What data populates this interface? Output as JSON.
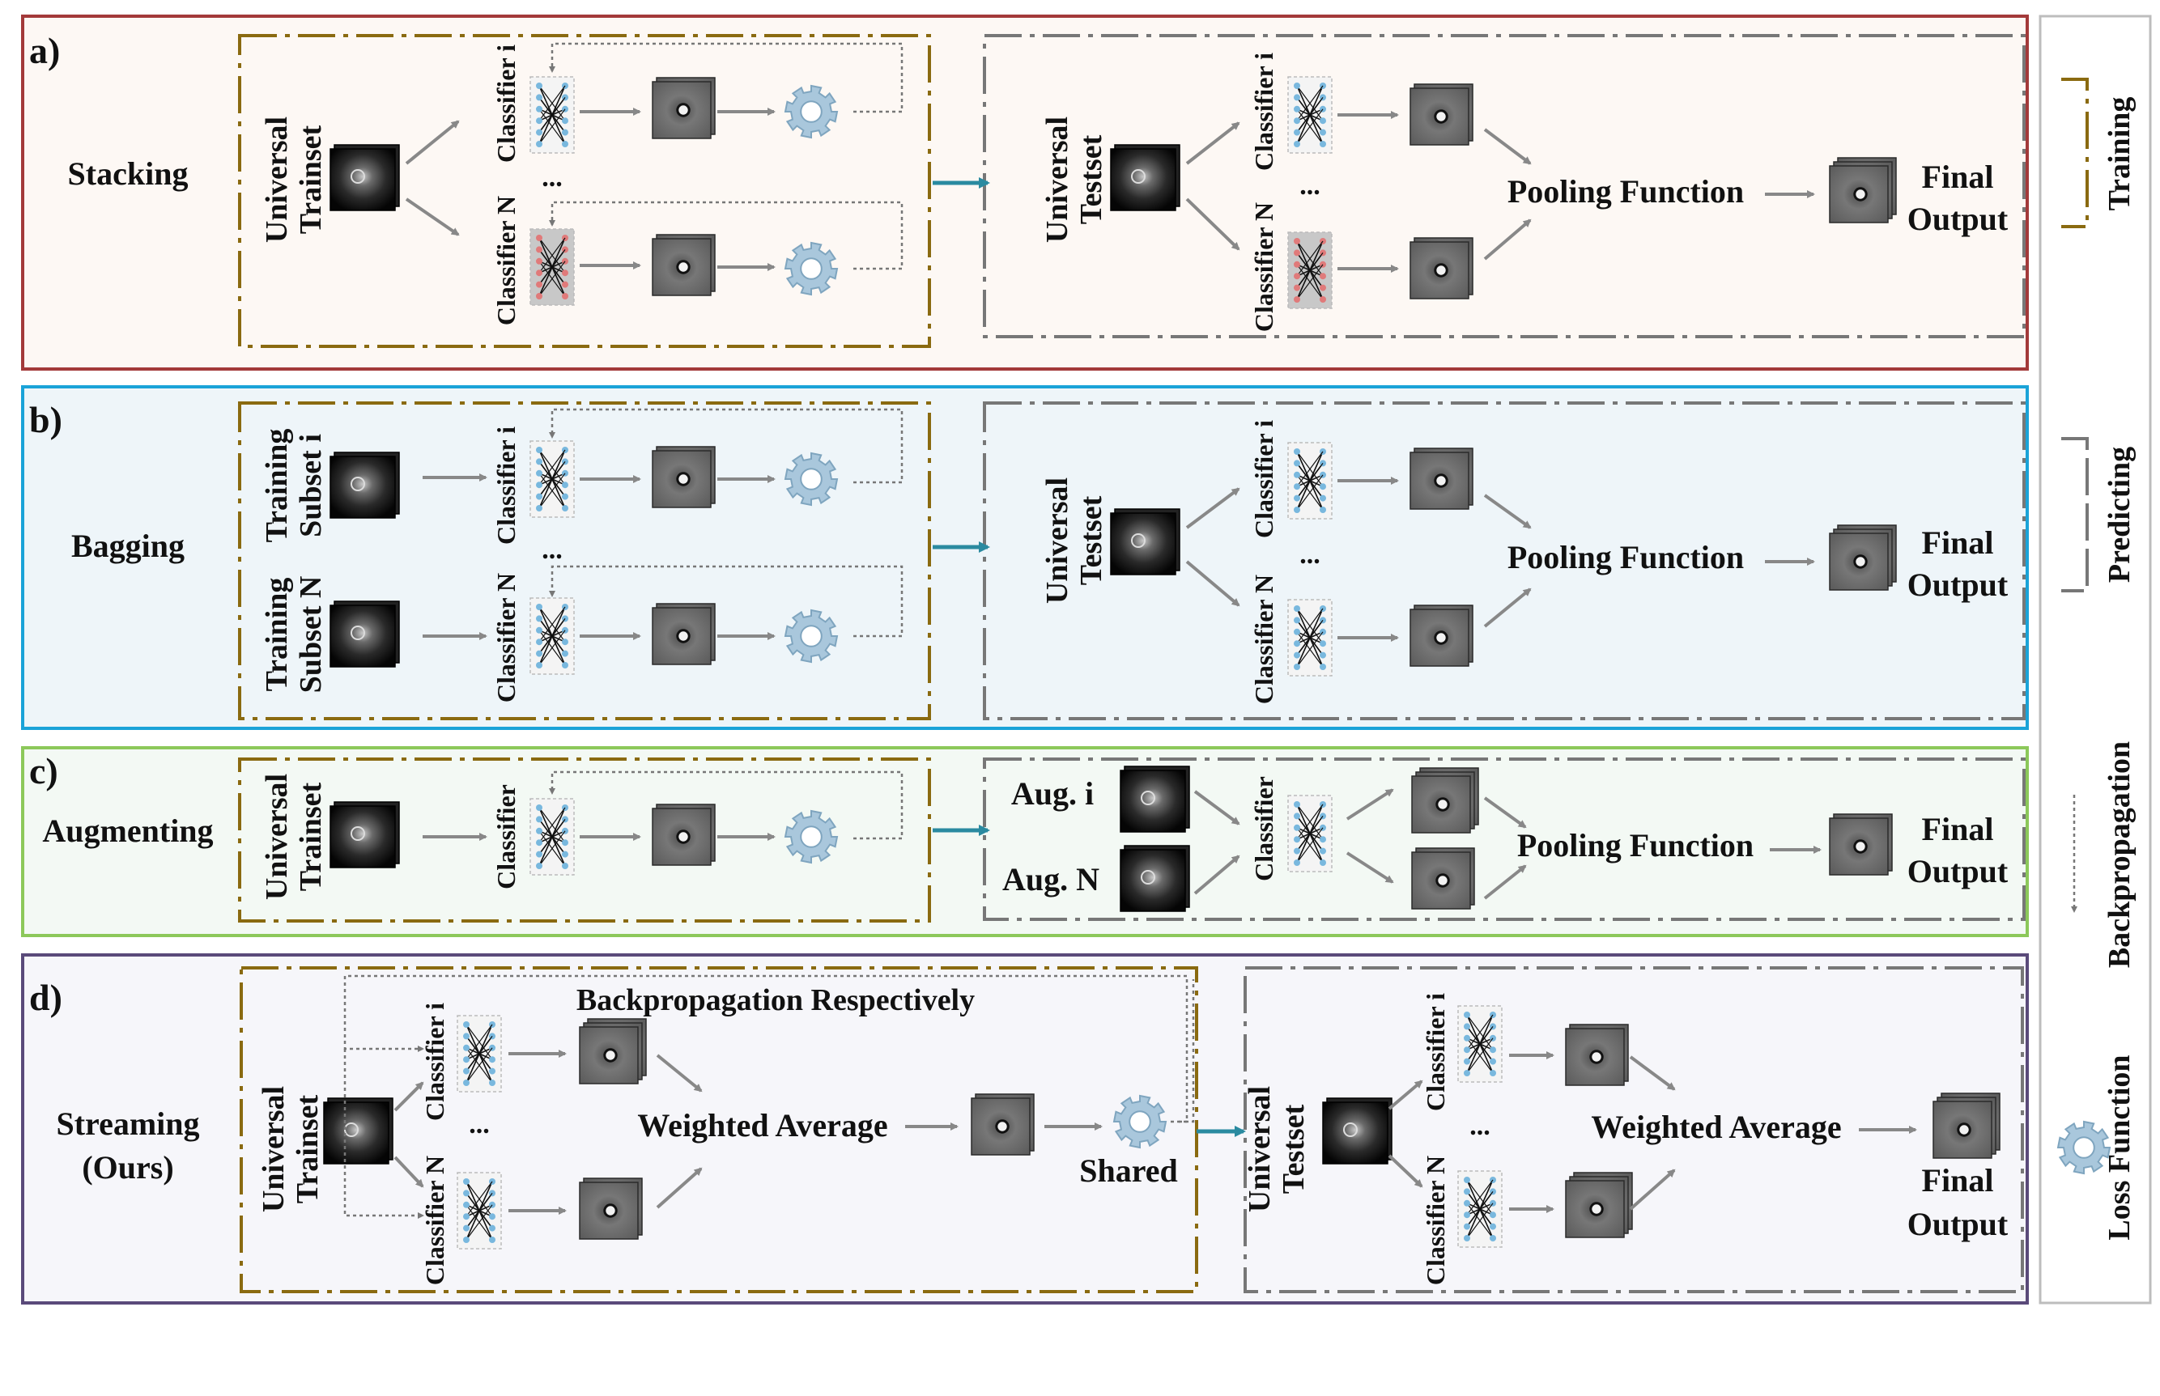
{
  "panels": {
    "a": {
      "letter": "a)",
      "method": "Stacking",
      "train_input": [
        "Universal",
        "Trainset"
      ],
      "classifier_i": "Classifier i",
      "classifier_n": "Classifier N",
      "dots": "...",
      "test_input": [
        "Universal",
        "Testset"
      ],
      "test_classifier_i": "Classifier i",
      "test_classifier_n": "Classifier N",
      "test_dots": "...",
      "pooling": "Pooling Function",
      "final_output": [
        "Final",
        "Output"
      ]
    },
    "b": {
      "letter": "b)",
      "method": "Bagging",
      "subset_i": [
        "Training",
        "Subset i"
      ],
      "subset_n": [
        "Training",
        "Subset N"
      ],
      "classifier_i": "Classifier i",
      "classifier_n": "Classifier N",
      "dots": "...",
      "test_input": [
        "Universal",
        "Testset"
      ],
      "test_classifier_i": "Classifier i",
      "test_classifier_n": "Classifier N",
      "test_dots": "...",
      "pooling": "Pooling Function",
      "final_output": [
        "Final",
        "Output"
      ]
    },
    "c": {
      "letter": "c)",
      "method": "Augmenting",
      "train_input": [
        "Universal",
        "Trainset"
      ],
      "classifier": "Classifier",
      "aug_i": "Aug. i",
      "aug_n": "Aug. N",
      "test_classifier": "Classifier",
      "pooling": "Pooling Function",
      "final_output": [
        "Final",
        "Output"
      ]
    },
    "d": {
      "letter": "d)",
      "method": [
        "Streaming",
        "(Ours)"
      ],
      "train_input": [
        "Universal",
        "Trainset"
      ],
      "classifier_i": "Classifier i",
      "classifier_n": "Classifier N",
      "dots": "...",
      "backprop_note": "Backpropagation Respectively",
      "weighted": "Weighted Average",
      "shared": "Shared",
      "test_input": [
        "Universal",
        "Testset"
      ],
      "test_classifier_i": "Classifier i",
      "test_classifier_n": "Classifier N",
      "test_dots": "...",
      "test_weighted": "Weighted Average",
      "final_output": [
        "Final",
        "Output"
      ]
    }
  },
  "legend": {
    "training": "Training",
    "predicting": "Predicting",
    "backpropagation": "Backpropagation",
    "loss_function": "Loss Function"
  },
  "colors": {
    "panel_a_border": "#a33a3a",
    "panel_a_fill": "#fdf8f4",
    "panel_b_border": "#1aa3d8",
    "panel_b_fill": "#eef5f9",
    "panel_c_border": "#8cc85a",
    "panel_c_fill": "#f3f9f4",
    "panel_d_border": "#5a4a7a",
    "panel_d_fill": "#f6f6fa",
    "training_box": "#8a6a10",
    "predicting_box": "#777777",
    "flow_arrow": "#2a8aa0",
    "arrow": "#888888",
    "gear": "#a9c7dc"
  }
}
